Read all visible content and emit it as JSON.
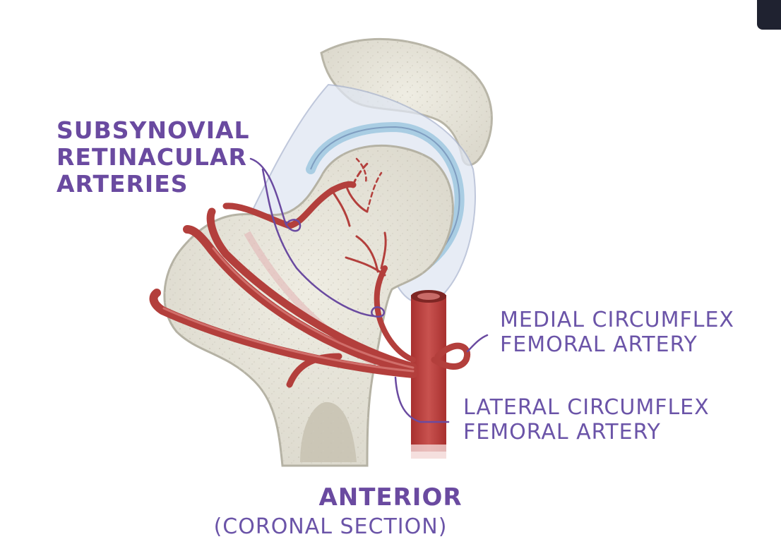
{
  "labels": {
    "subsynovial": [
      "SUBSYNOVIAL",
      "RETINACULAR",
      "ARTERIES"
    ],
    "medial": [
      "MEDIAL CIRCUMFLEX",
      "FEMORAL ARTERY"
    ],
    "lateral": [
      "LATERAL CIRCUMFLEX",
      "FEMORAL ARTERY"
    ],
    "view": "ANTERIOR",
    "section": "(CORONAL SECTION)"
  },
  "colors": {
    "label_text": "#6a4aa0",
    "artery": "#b8413f",
    "bone": "#ebe9df",
    "cartilage": "#b9d7e8"
  }
}
